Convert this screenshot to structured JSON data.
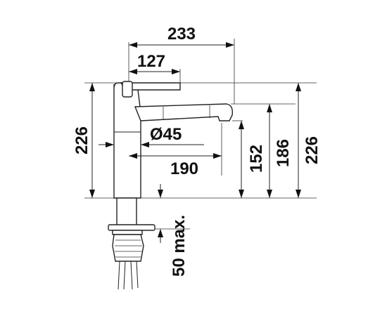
{
  "diagram": {
    "dimensions": {
      "total_reach": "233",
      "lever_reach": "127",
      "diameter": "Ø45",
      "spout_reach": "190",
      "height_left": "226",
      "height_right": "226",
      "spout_height_1": "152",
      "spout_height_2": "186",
      "deck_thickness": "50 max."
    },
    "colors": {
      "line": "#222222",
      "text": "#111111",
      "background": "#ffffff"
    }
  }
}
